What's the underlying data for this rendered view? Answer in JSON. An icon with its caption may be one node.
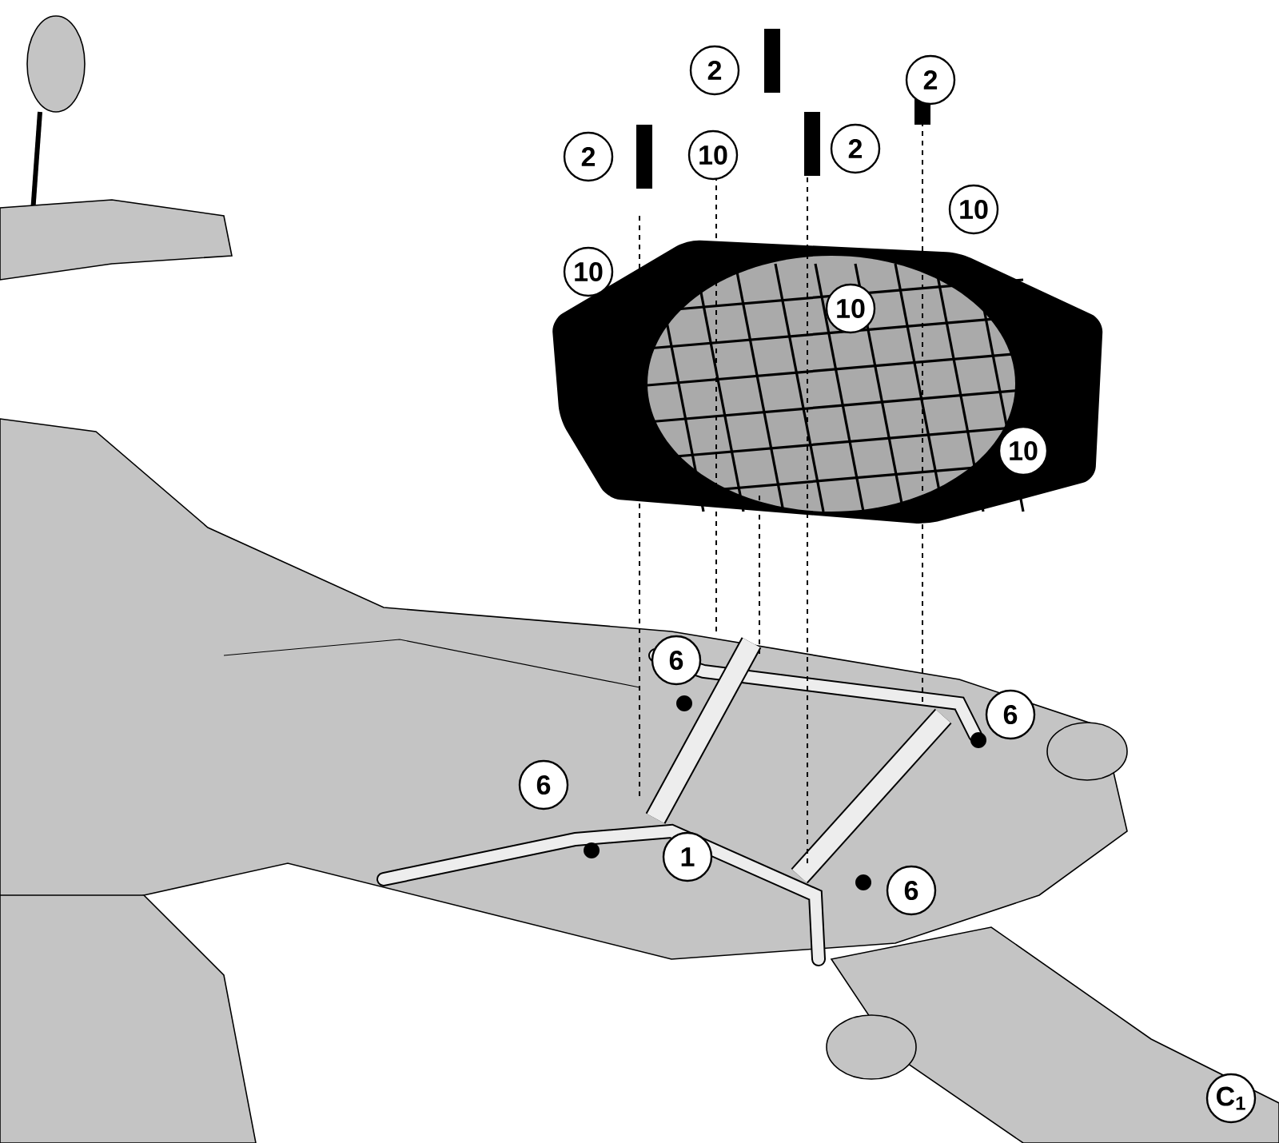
{
  "diagram": {
    "labels": [
      "2",
      "2",
      "2",
      "10",
      "2",
      "10",
      "10",
      "10",
      "10",
      "6",
      "6",
      "6",
      "1",
      "6",
      "C$_{1}$"
    ]
  }
}
